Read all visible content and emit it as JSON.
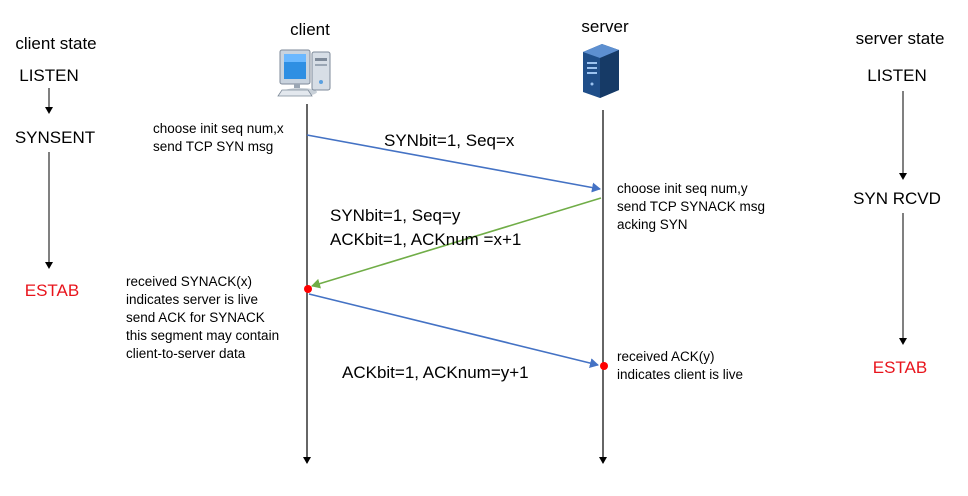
{
  "headers": {
    "client_state": "client state",
    "client": "client",
    "server": "server",
    "server_state": "server state"
  },
  "client_states": {
    "listen": "LISTEN",
    "synsent": "SYNSENT",
    "estab": "ESTAB"
  },
  "server_states": {
    "listen": "LISTEN",
    "syn_rcvd": "SYN RCVD",
    "estab": "ESTAB"
  },
  "notes": {
    "client_1": [
      "choose init seq num,x",
      "send TCP SYN msg"
    ],
    "server_1": [
      "choose init seq num,y",
      "send TCP SYNACK msg",
      "acking SYN"
    ],
    "client_2": [
      "received SYNACK(x)",
      "indicates server is live",
      "send ACK for SYNACK",
      "this segment may contain",
      "client-to-server data"
    ],
    "server_2": [
      "received ACK(y)",
      "indicates client is live"
    ]
  },
  "messages": {
    "syn": "SYNbit=1, Seq=x",
    "synack_1": "SYNbit=1, Seq=y",
    "synack_2": "ACKbit=1, ACKnum =x+1",
    "ack": "ACKbit=1, ACKnum=y+1"
  },
  "colors": {
    "syn_arrow": "#4472c4",
    "synack_arrow": "#70ad47",
    "ack_arrow": "#4472c4",
    "estab_text": "#e8141c",
    "event_dot": "#ff0000"
  },
  "icons": {
    "client": "computer-icon",
    "server": "server-tower-icon"
  }
}
